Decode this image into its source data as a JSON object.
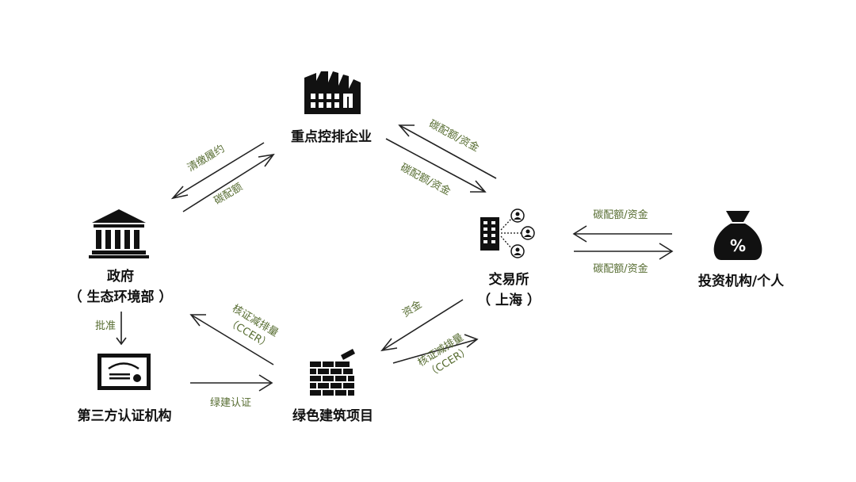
{
  "nodes": {
    "enterprise": {
      "name": "重点控排企业",
      "icon": "factory-icon"
    },
    "government": {
      "line1": "政府",
      "line2": "（ 生态环境部 ）",
      "icon": "government-building-icon"
    },
    "exchange": {
      "line1": "交易所",
      "line2": "（ 上海 ）",
      "icon": "exchange-building-people-icon"
    },
    "investor": {
      "name": "投资机构/个人",
      "icon": "money-bag-percent-icon"
    },
    "third_party": {
      "name": "第三方认证机构",
      "icon": "certificate-icon"
    },
    "green_building": {
      "name": "绿色建筑项目",
      "icon": "brick-wall-icon"
    }
  },
  "edges": {
    "gov_enterprise_upper": "清缴履约",
    "gov_enterprise_lower": "碳配额",
    "enterprise_exchange_upper": "碳配额/资金",
    "enterprise_exchange_lower": "碳配额/资金",
    "exchange_investor_upper": "碳配额/资金",
    "exchange_investor_lower": "碳配额/资金",
    "gov_third_party": "批准",
    "third_party_green": "绿建认证",
    "green_gov_line1": "核证减排量",
    "green_gov_line2": "（CCER）",
    "green_exchange_upper": "资金",
    "green_exchange_lower_line1": "核证减排量",
    "green_exchange_lower_line2": "（CCER）"
  },
  "colors": {
    "edge_label": "#556b2f",
    "icon": "#111111",
    "text": "#111111"
  }
}
